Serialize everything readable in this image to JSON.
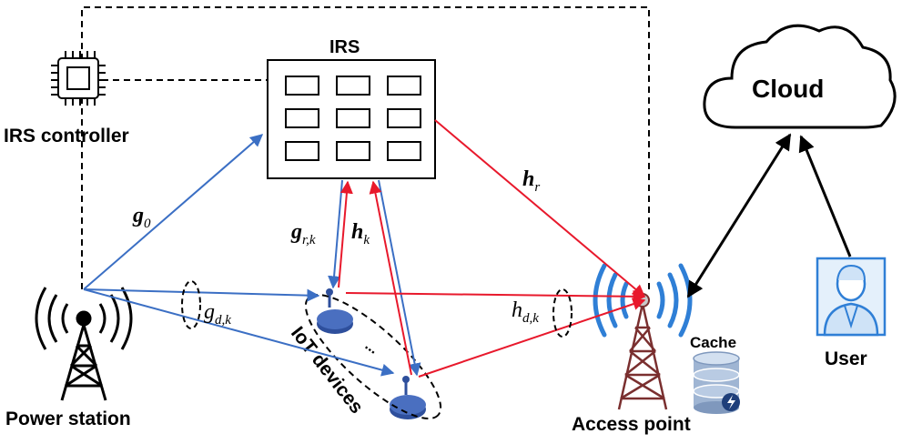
{
  "labels": {
    "irs": "IRS",
    "irs_controller": "IRS controller",
    "cloud": "Cloud",
    "user": "User",
    "power_station": "Power station",
    "access_point": "Access point",
    "cache": "Cache",
    "iot_devices": "IoT devices",
    "ellipsis": "..."
  },
  "channels": {
    "g0": {
      "base": "g",
      "sub": "0"
    },
    "gr": {
      "base": "g",
      "sub": "r,k"
    },
    "hk": {
      "base": "h",
      "sub": "k"
    },
    "hr": {
      "base": "h",
      "sub": "r"
    },
    "gd": {
      "base": "g",
      "sub": "d,k"
    },
    "hd": {
      "base": "h",
      "sub": "d,k"
    }
  },
  "colors": {
    "energy_link": "#3b6fc4",
    "info_link": "#e8192c",
    "control_link": "#000000",
    "icon_blue": "#2f7fd6",
    "iot_device": "#2e4f9c",
    "tower": "#7a2f2f"
  }
}
